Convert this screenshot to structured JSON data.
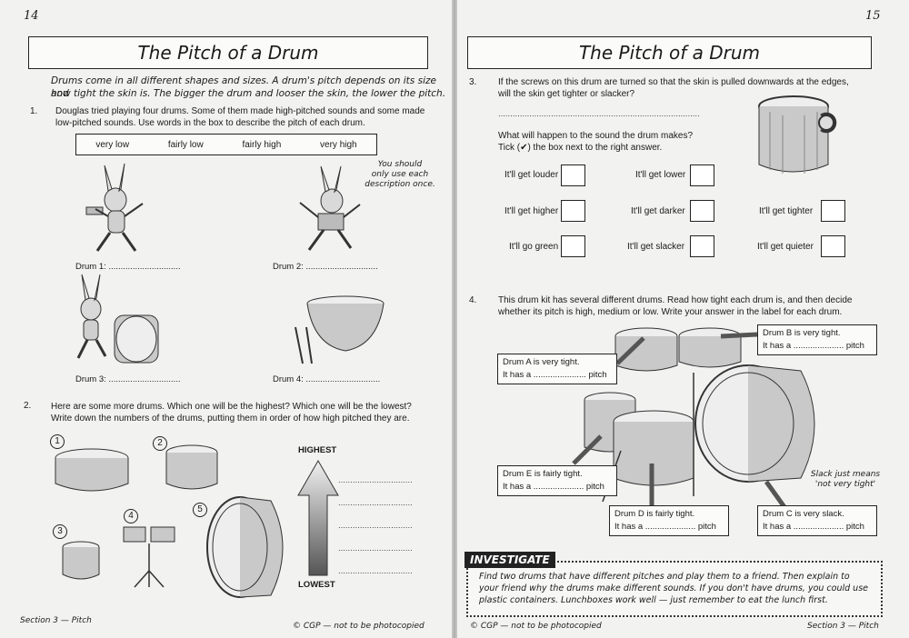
{
  "left": {
    "page_number": "14",
    "title": "The Pitch of a Drum",
    "intro_line1": "Drums come in all different shapes and sizes.  A drum's pitch depends on its size and",
    "intro_line2": "how tight the skin is.  The bigger the drum and looser the skin, the lower the pitch.",
    "q1_number": "1.",
    "q1_line1": "Douglas tried playing four drums.  Some of them made high-pitched sounds and some made",
    "q1_line2": "low-pitched sounds.  Use words in the box to describe the pitch of each drum.",
    "word_box": [
      "very low",
      "fairly low",
      "fairly high",
      "very high"
    ],
    "hint_lines": [
      "You should",
      "only use each",
      "description once."
    ],
    "drum_labels": [
      "Drum 1: ..............................",
      "Drum 2: ..............................",
      "Drum 3: ..............................",
      "Drum 4: ..............................."
    ],
    "q2_number": "2.",
    "q2_line1": "Here are some more drums.  Which one will be the highest?  Which one will be the lowest?",
    "q2_line2": "Write down the numbers of the drums, putting them in order of how high pitched they are.",
    "drum_numbers": [
      "1",
      "2",
      "3",
      "4",
      "5"
    ],
    "highest_label": "HIGHEST",
    "lowest_label": "LOWEST",
    "answer_dots": "...............................",
    "footer_left": "Section 3 — Pitch",
    "footer_right": "© CGP — not to be photocopied"
  },
  "right": {
    "page_number": "15",
    "title": "The Pitch of a Drum",
    "q3_number": "3.",
    "q3_line1": "If the screws on this drum are turned so that the skin is pulled downwards at the edges,",
    "q3_line2": "will the skin get tighter or slacker?",
    "q3_answer_line": "....................................................................................",
    "q3b_line1": "What will happen to the sound the drum makes?",
    "q3b_line2": "Tick (✔) the box next to the right answer.",
    "options": [
      "It'll get louder",
      "It'll get lower",
      "It'll get higher",
      "It'll get darker",
      "It'll get tighter",
      "It'll go green",
      "It'll get slacker",
      "It'll get quieter"
    ],
    "q4_number": "4.",
    "q4_line1": "This drum kit has several different drums.  Read how tight each drum is, and then decide",
    "q4_line2": "whether its pitch is high, medium or low.  Write your answer in the label for each drum.",
    "callouts": [
      {
        "line1": "Drum A is very tight.",
        "line2": "It has a ...................... pitch"
      },
      {
        "line1": "Drum B is very tight.",
        "line2": "It has a ..................... pitch"
      },
      {
        "line1": "Drum E is fairly tight.",
        "line2": "It has a ..................... pitch"
      },
      {
        "line1": "Drum D is fairly tight.",
        "line2": "It has a ..................... pitch"
      },
      {
        "line1": "Drum C is very slack.",
        "line2": "It has a ..................... pitch"
      }
    ],
    "slack_note_lines": [
      "Slack just means",
      "'not very tight'"
    ],
    "investigate_tag": "INVESTIGATE",
    "investigate_lines": [
      "Find two drums that have different pitches and play them to a friend.  Then explain to",
      "your friend why the drums make different sounds.  If you don't have drums, you could use",
      "plastic containers.  Lunchboxes work well — just remember to eat the lunch first."
    ],
    "footer_left": "© CGP — not to be photocopied",
    "footer_right": "Section 3 — Pitch"
  },
  "colors": {
    "paper": "#f2f2f0",
    "ink": "#1a1a1a",
    "drum_shell": "#c9c9c9",
    "investigate_bg": "#222222"
  }
}
